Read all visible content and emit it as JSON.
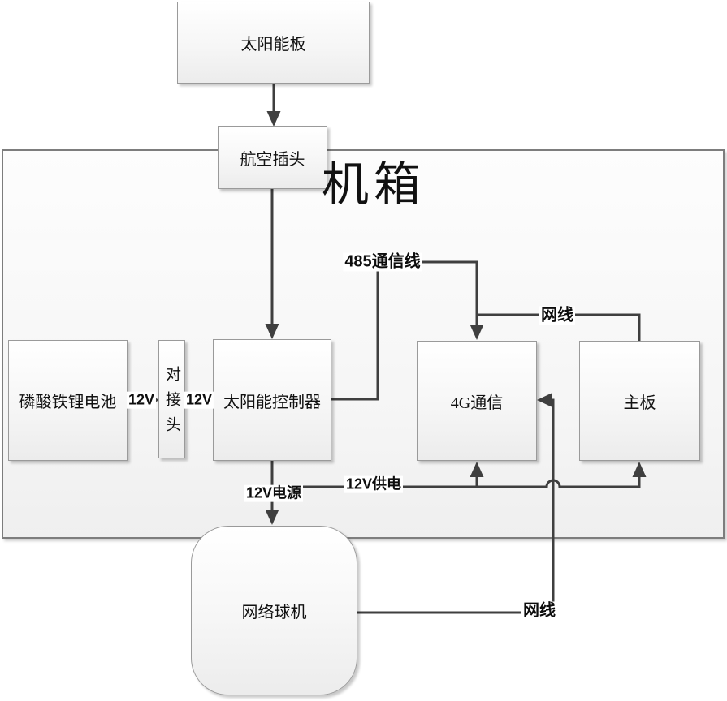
{
  "diagram": {
    "enclosure_label": "机箱",
    "nodes": {
      "solar_panel": "太阳能板",
      "aviation_plug": "航空插头",
      "battery": "磷酸铁锂电池",
      "docking_connector": "对接头",
      "solar_controller": "太阳能控制器",
      "g4_comm": "4G通信",
      "mainboard": "主板",
      "network_camera": "网络球机"
    },
    "edge_labels": {
      "v12_battery_to_connector": "12V",
      "v12_connector_to_controller": "12V",
      "comm485": {
        "num": "485",
        "text": "通信线"
      },
      "lan_top": "网线",
      "power12v": {
        "num": "12V",
        "text": "电源"
      },
      "supply12v": {
        "num": "12V",
        "text": "供电"
      },
      "lan_bottom": "网线"
    },
    "colors": {
      "line": "#3f3f3f",
      "box_border": "#9a9a9a",
      "enclosure_border": "#7d7d7d",
      "background": "#ffffff"
    }
  }
}
